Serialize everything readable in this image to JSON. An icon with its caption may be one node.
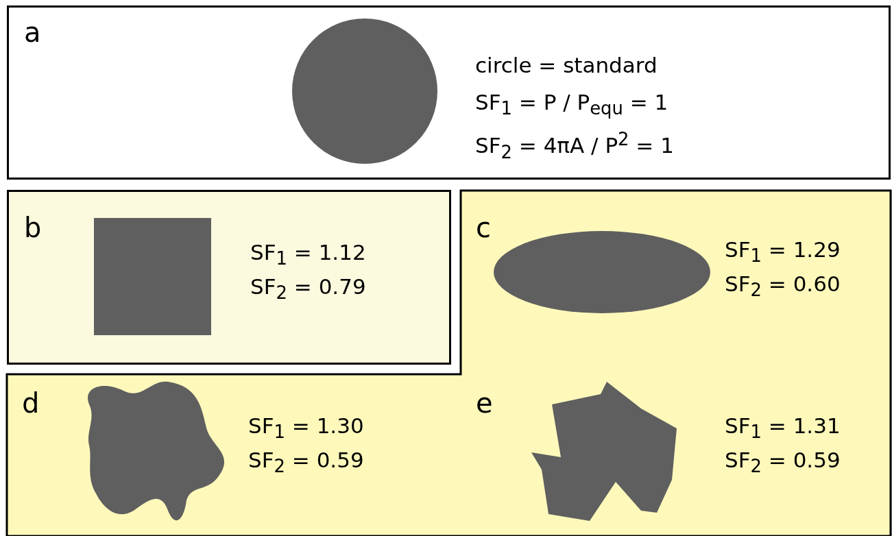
{
  "diagram": {
    "nodes": [
      {
        "text": [
          "a",
          "circle = standard",
          "SF$_{1}$ = P / P$_{equ}$ = 1",
          "SF$_{2}$ = 4πA / P$^{2}$ = 1"
        ]
      },
      {
        "text": [
          "b",
          "SF$_{1}$ = 1.12",
          "SF$_{2}$ = 0.79"
        ]
      },
      {
        "text": [
          "c",
          "SF$_{1}$ = 1.29",
          "SF$_{2}$ = 0.60"
        ]
      },
      {
        "text": [
          "d",
          "SF$_{1}$ = 1.30",
          "SF$_{2}$ = 0.59"
        ]
      },
      {
        "text": [
          "e",
          "SF$_{1}$ = 1.31",
          "SF$_{2}$ = 0.59"
        ]
      },
      {
        "text": [],
        "shape": "circle",
        "in": 0
      },
      {
        "text": [],
        "shape": "box",
        "in": 1
      },
      {
        "text": [],
        "shape": "ellipse",
        "in": 2
      },
      {
        "text": [],
        "shape": "blob",
        "in": 3
      },
      {
        "text": [],
        "shape": "polygon",
        "in": 4
      }
    ]
  }
}
